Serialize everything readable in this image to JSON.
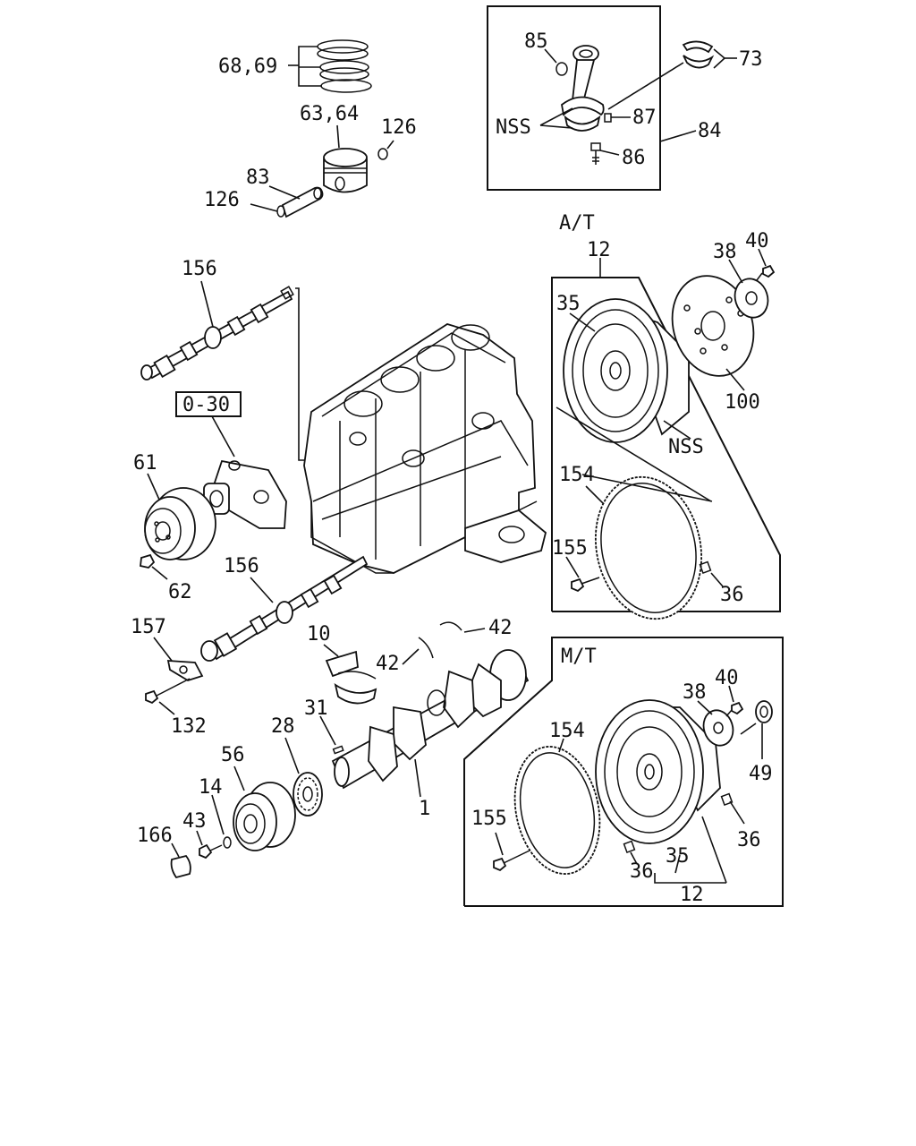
{
  "labels": {
    "rings": "68,69",
    "piston": "63,64",
    "clip_top": "126",
    "pin": "83",
    "clip_bottom": "126",
    "rod_bushing": "85",
    "rod_nss": "NSS",
    "rod_nut": "87",
    "rod_bolt": "86",
    "rod_assy": "84",
    "rod_bearing": "73",
    "camshaft_upper": "156",
    "pump_ref": "0-30",
    "pulley_fan": "61",
    "pulley_nut": "62",
    "camshaft_lower": "156",
    "cam_plate": "157",
    "cam_bolt": "132",
    "main_bearing": "10",
    "thrust_left": "42",
    "thrust_right": "42",
    "crank_key": "31",
    "crank_gear": "28",
    "crank_pulley": "56",
    "washer": "14",
    "pulley_bolt": "43",
    "cap": "166",
    "crankshaft": "1",
    "at_title": "A/T",
    "at_assy": "12",
    "at_drive": "35",
    "at_nss": "NSS",
    "at_flex": "100",
    "at_plate": "38",
    "at_bolt_top": "40",
    "at_ring_gear": "154",
    "at_bolt": "155",
    "at_pin": "36",
    "mt_title": "M/T",
    "mt_plate": "38",
    "mt_bolt_top": "40",
    "mt_bearing": "49",
    "mt_ring_gear": "154",
    "mt_pin_right": "36",
    "mt_bolt": "155",
    "mt_pin": "36",
    "mt_flywheel": "35",
    "mt_assy": "12"
  }
}
